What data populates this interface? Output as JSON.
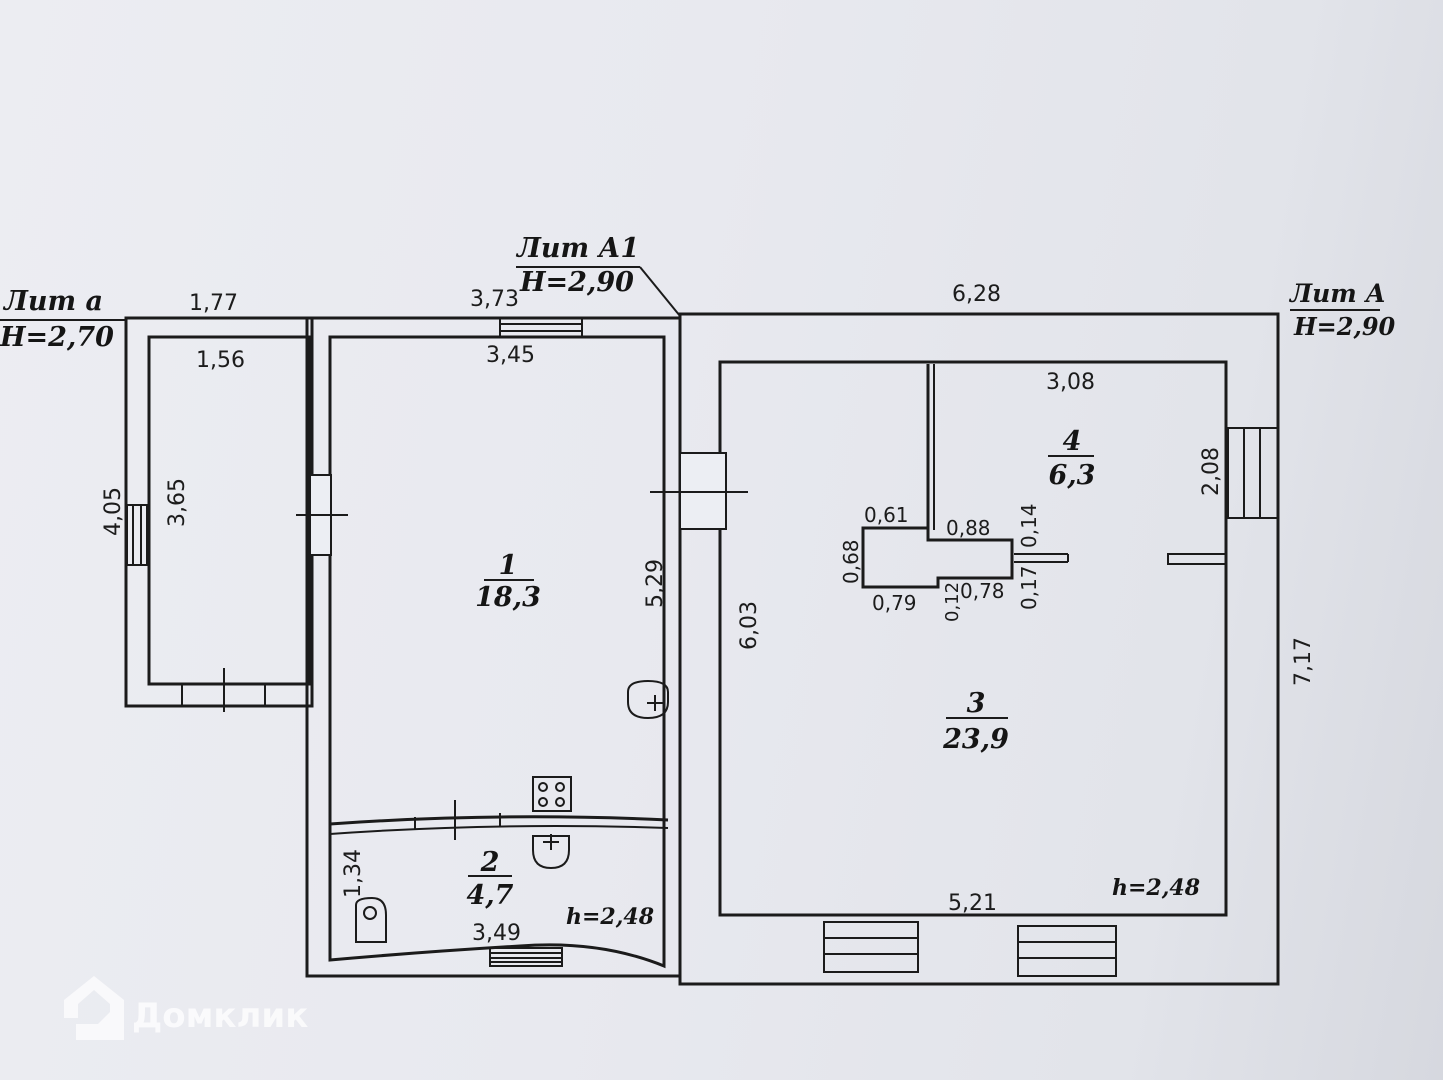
{
  "labels": {
    "lit_a_small": "Лит  а",
    "lit_a_small_h": "Н=2,70",
    "lit_a1": "Лит  А1",
    "lit_a1_h": "Н=2,90",
    "lit_a_big": "Лит  А",
    "lit_a_big_h": "Н=2,90"
  },
  "rooms": [
    {
      "number": "1",
      "area": "18,3"
    },
    {
      "number": "2",
      "area": "4,7"
    },
    {
      "number": "3",
      "area": "23,9"
    },
    {
      "number": "4",
      "area": "6,3"
    }
  ],
  "heights": {
    "h_left": "h=2,48",
    "h_right": "h=2,48"
  },
  "dimensions": {
    "d177": "1,77",
    "d156": "1,56",
    "d405": "4,05",
    "d365": "3,65",
    "d373": "3,73",
    "d345": "3,45",
    "d529": "5,29",
    "d134": "1,34",
    "d349": "3,49",
    "d628": "6,28",
    "d308": "3,08",
    "d208": "2,08",
    "d717": "7,17",
    "d603": "6,03",
    "d521": "5,21",
    "d061": "0,61",
    "d088": "0,88",
    "d014": "0,14",
    "d068": "0,68",
    "d079": "0,79",
    "d012": "0,12",
    "d078": "0,78",
    "d017": "0,17"
  },
  "watermark": {
    "brand": "Домклик",
    "icon": "house-logo-icon"
  }
}
